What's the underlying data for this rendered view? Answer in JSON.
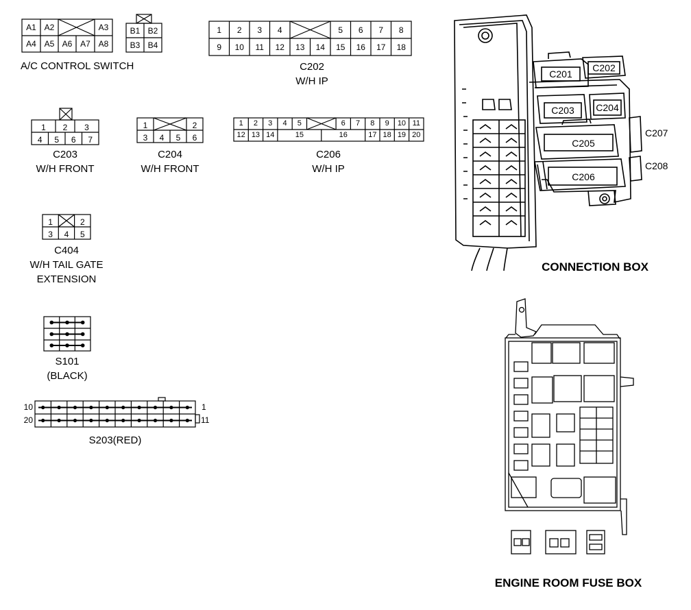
{
  "connectors": {
    "ac_switch": {
      "pins_a_top": [
        "A1",
        "A2",
        "A3"
      ],
      "pins_a_bottom": [
        "A4",
        "A5",
        "A6",
        "A7",
        "A8"
      ],
      "pins_b": [
        "B1",
        "B2",
        "B3",
        "B4"
      ],
      "label": "A/C CONTROL SWITCH"
    },
    "c202": {
      "pins_top": [
        "1",
        "2",
        "3",
        "4",
        "5",
        "6",
        "7",
        "8"
      ],
      "pins_bottom": [
        "9",
        "10",
        "11",
        "12",
        "13",
        "14",
        "15",
        "16",
        "17",
        "18"
      ],
      "label": "C202",
      "sublabel": "W/H IP"
    },
    "c203": {
      "pins_top": [
        "1",
        "2",
        "3"
      ],
      "pins_bottom": [
        "4",
        "5",
        "6",
        "7"
      ],
      "label": "C203",
      "sublabel": "W/H FRONT"
    },
    "c204": {
      "pins_top": [
        "1",
        "2"
      ],
      "pins_bottom": [
        "3",
        "4",
        "5",
        "6"
      ],
      "label": "C204",
      "sublabel": "W/H FRONT"
    },
    "c206": {
      "pins_top": [
        "1",
        "2",
        "3",
        "4",
        "5",
        "6",
        "7",
        "8",
        "9",
        "10",
        "11"
      ],
      "pins_bottom": [
        "12",
        "13",
        "14",
        "15",
        "16",
        "17",
        "18",
        "19",
        "20"
      ],
      "label": "C206",
      "sublabel": "W/H IP"
    },
    "c404": {
      "pins_top": [
        "1",
        "2"
      ],
      "pins_bottom": [
        "3",
        "4",
        "5"
      ],
      "label": "C404",
      "sublabel": "W/H TAIL GATE",
      "sublabel2": "EXTENSION"
    },
    "s101": {
      "label": "S101",
      "sublabel": "(BLACK)"
    },
    "s203": {
      "label": "S203(RED)",
      "end_top_left": "10",
      "end_bottom_left": "20",
      "end_top_right": "1",
      "end_bottom_right": "11"
    }
  },
  "connection_box": {
    "title": "CONNECTION BOX",
    "callouts": [
      "C201",
      "C202",
      "C203",
      "C204",
      "C205",
      "C206",
      "C207",
      "C208"
    ]
  },
  "engine_room_fuse_box": {
    "title": "ENGINE ROOM FUSE BOX"
  }
}
